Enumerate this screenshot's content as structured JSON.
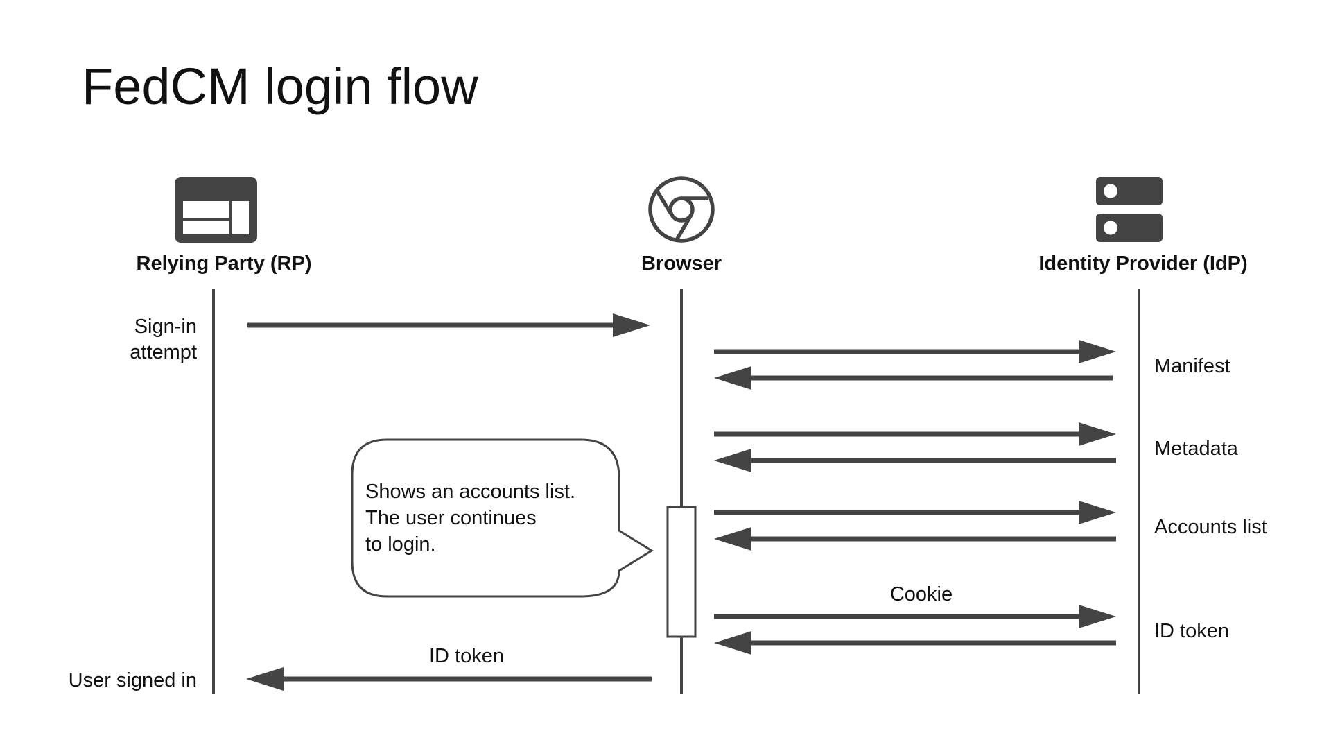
{
  "title": "FedCM login flow",
  "colors": {
    "stroke": "#444444",
    "text": "#111111",
    "background": "#ffffff"
  },
  "actors": {
    "rp": {
      "label": "Relying Party (RP)",
      "icon": "browser-window-icon"
    },
    "browser": {
      "label": "Browser",
      "icon": "chrome-logo-icon"
    },
    "idp": {
      "label": "Identity Provider (IdP)",
      "icon": "server-icon"
    }
  },
  "rp_notes": {
    "signin_line1": "Sign-in",
    "signin_line2": "attempt",
    "signed_in": "User signed in"
  },
  "idp_notes": {
    "manifest": "Manifest",
    "metadata": "Metadata",
    "accounts_list": "Accounts list",
    "id_token": "ID token"
  },
  "message_labels": {
    "cookie": "Cookie",
    "id_token_return": "ID token"
  },
  "speech_bubble": {
    "line1": "Shows an accounts list.",
    "line2": "The user continues",
    "line3": "to login."
  }
}
